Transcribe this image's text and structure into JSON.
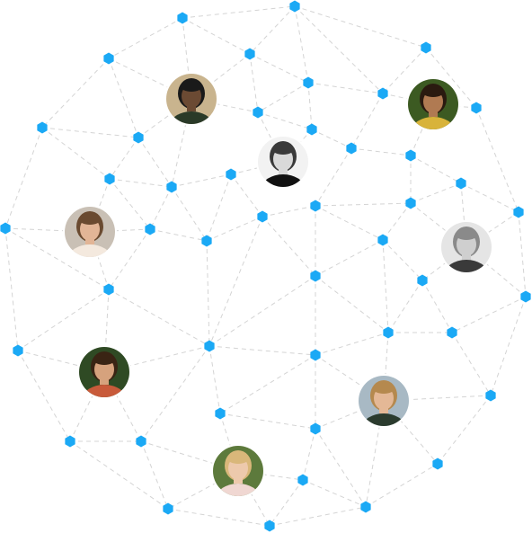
{
  "colors": {
    "node": "#1ba9f5",
    "edge": "#d4d4d4",
    "background": "#ffffff"
  },
  "avatars": [
    {
      "id": "a1",
      "name": "person-photo-man-dark-shirt",
      "skin": "#6b4a33",
      "hair": "#1a1a1a",
      "shirt": "#2a3a28",
      "bg": "#c9b48e"
    },
    {
      "id": "a2",
      "name": "person-photo-woman-green-bg",
      "skin": "#b07a52",
      "hair": "#2a1a10",
      "shirt": "#d8b33a",
      "bg": "#3c5a22"
    },
    {
      "id": "a3",
      "name": "person-photo-woman-bw",
      "skin": "#d9d9d9",
      "hair": "#3a3a3a",
      "shirt": "#111111",
      "bg": "#f2f2f2"
    },
    {
      "id": "a4",
      "name": "person-photo-woman-smiling-hands",
      "skin": "#e2b596",
      "hair": "#6a4a30",
      "shirt": "#f4e9de",
      "bg": "#c9c0b5"
    },
    {
      "id": "a5",
      "name": "person-photo-woman-bw-smile",
      "skin": "#cfcfcf",
      "hair": "#8a8a8a",
      "shirt": "#3a3a3a",
      "bg": "#e5e5e5"
    },
    {
      "id": "a6",
      "name": "person-photo-man-beard-orange-hoodie",
      "skin": "#d6a27d",
      "hair": "#3a2414",
      "shirt": "#c85a3a",
      "bg": "#2f4a24"
    },
    {
      "id": "a7",
      "name": "person-photo-woman-laughing",
      "skin": "#e4b896",
      "hair": "#b5894e",
      "shirt": "#2b3b2e",
      "bg": "#a8b9c4"
    },
    {
      "id": "a8",
      "name": "person-photo-woman-blonde-sitting",
      "skin": "#edc9ac",
      "hair": "#d9b77a",
      "shirt": "#f0d7d2",
      "bg": "#5d7a3c"
    }
  ]
}
